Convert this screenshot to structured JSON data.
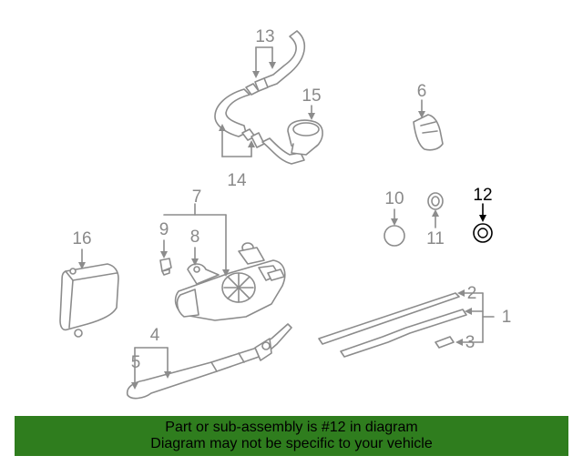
{
  "diagram": {
    "callouts": {
      "c1": "1",
      "c2": "2",
      "c3": "3",
      "c4": "4",
      "c5": "5",
      "c6": "6",
      "c7": "7",
      "c8": "8",
      "c9": "9",
      "c10": "10",
      "c11": "11",
      "c12": "12",
      "c13": "13",
      "c14": "14",
      "c15": "15",
      "c16": "16"
    },
    "highlighted_part": "12",
    "colors": {
      "line": "#8c8c8c",
      "highlight": "#000000"
    }
  },
  "footer": {
    "line1": "Part or sub-assembly is #12 in diagram",
    "line2": "Diagram may not be specific to your vehicle",
    "background": "#2f7d1e"
  }
}
